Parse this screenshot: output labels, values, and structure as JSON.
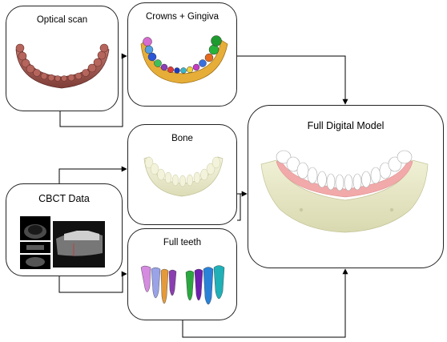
{
  "boxes": {
    "optical_scan": {
      "title": "Optical scan"
    },
    "crowns_gingiva": {
      "title": "Crowns + Gingiva"
    },
    "bone": {
      "title": "Bone"
    },
    "full_digital_model": {
      "title": "Full Digital Model"
    },
    "cbct_data": {
      "title": "CBCT Data"
    },
    "full_teeth": {
      "title": "Full teeth"
    }
  },
  "colors": {
    "scan_jaw": "#a45a52",
    "crown_base": "#e9b23a",
    "bone": "#efefd2",
    "gingiva_pink": "#f2a9a9",
    "tooth_white": "#ffffff",
    "connector": "#000000"
  }
}
